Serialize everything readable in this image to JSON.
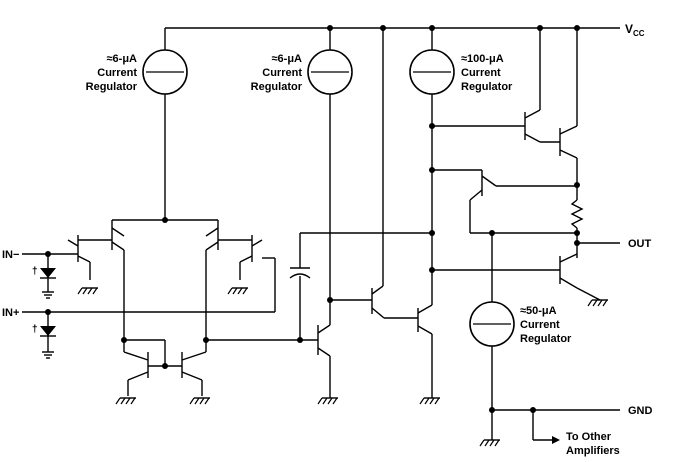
{
  "rails": {
    "vcc": "V",
    "vcc_sub": "CC",
    "gnd": "GND",
    "out": "OUT"
  },
  "inputs": {
    "inverting": "IN−",
    "non_inverting": "IN+"
  },
  "regulators": [
    {
      "value": "≈6-μA",
      "line1": "Current",
      "line2": "Regulator"
    },
    {
      "value": "≈6-μA",
      "line1": "Current",
      "line2": "Regulator"
    },
    {
      "value": "≈100-μA",
      "line1": "Current",
      "line2": "Regulator"
    },
    {
      "value": "≈50-μA",
      "line1": "Current",
      "line2": "Regulator"
    }
  ],
  "other_amps": {
    "line1": "To Other",
    "line2": "Amplifiers"
  },
  "dagger": "†"
}
